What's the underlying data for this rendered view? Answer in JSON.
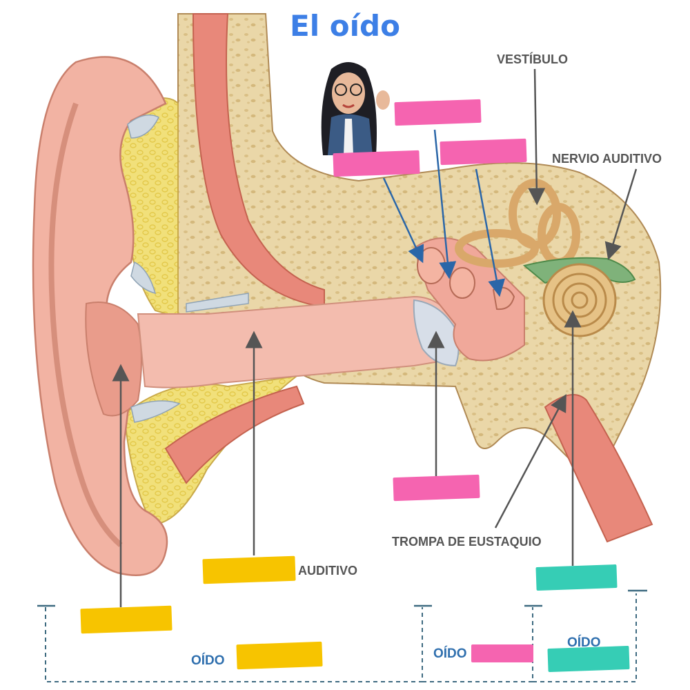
{
  "title": "El oído",
  "labels": {
    "vestibulo": "VESTÍBULO",
    "nervio": "NERVIO AUDITIVO",
    "trompa": "TROMPA DE EUSTAQUIO",
    "auditivo": "AUDITIVO",
    "oido_externo": "OÍDO",
    "oido_medio": "OÍDO",
    "oido_interno": "OÍDO"
  },
  "colors": {
    "pink_box": "#f564b0",
    "yellow_box": "#f7c400",
    "teal_box": "#36cdb5",
    "title": "#3d7fe6"
  },
  "answer_boxes": [
    {
      "id": "box-pink-1",
      "color": "pink",
      "blank": true
    },
    {
      "id": "box-pink-2",
      "color": "pink",
      "blank": true
    },
    {
      "id": "box-pink-3",
      "color": "pink",
      "blank": true
    },
    {
      "id": "box-pink-4",
      "color": "pink",
      "blank": true
    },
    {
      "id": "box-yellow-1",
      "color": "yellow",
      "blank": true
    },
    {
      "id": "box-yellow-2",
      "color": "yellow",
      "blank": true
    },
    {
      "id": "box-teal-1",
      "color": "teal",
      "blank": true
    },
    {
      "id": "box-pink-5",
      "color": "pink",
      "blank": true
    },
    {
      "id": "box-yellow-3",
      "color": "yellow",
      "blank": true
    },
    {
      "id": "box-pink-6",
      "color": "pink",
      "blank": true
    },
    {
      "id": "box-teal-2",
      "color": "teal",
      "blank": true
    }
  ]
}
